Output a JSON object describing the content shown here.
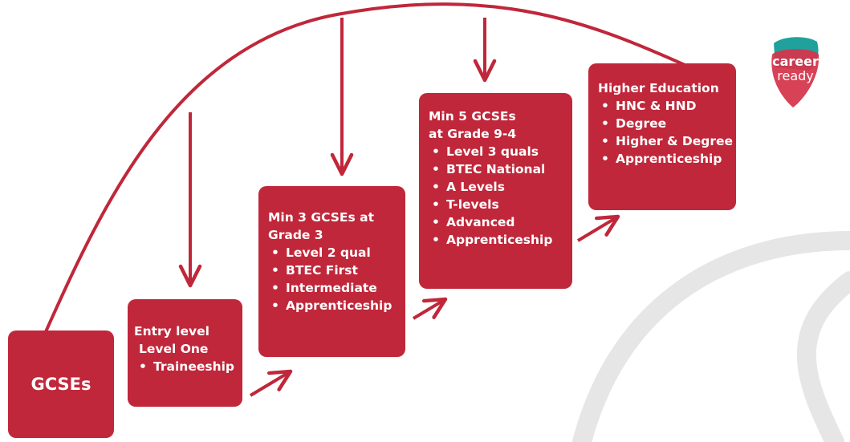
{
  "colors": {
    "accent": "#c0273a",
    "logo_teal": "#21a19b",
    "logo_red": "#d5344a",
    "watermark": "#e6e6e6"
  },
  "boxes": {
    "gcses": {
      "title": "GCSEs"
    },
    "entry": {
      "line1": "Entry level",
      "line2": "Level One",
      "items": [
        "Traineeship"
      ]
    },
    "min3": {
      "line1": "Min 3 GCSEs at",
      "line2": "Grade 3",
      "items": [
        "Level 2 qual",
        "BTEC First",
        "Intermediate",
        "Apprenticeship"
      ]
    },
    "min5": {
      "line1": "Min 5 GCSEs",
      "line2": "at Grade 9-4",
      "items": [
        "Level 3 quals",
        "BTEC National",
        "A Levels",
        "T-levels",
        "Advanced",
        "Apprenticeship"
      ]
    },
    "higher": {
      "line1": "Higher Education",
      "items": [
        "HNC & HND",
        "Degree",
        "Higher & Degree",
        "Apprenticeship"
      ]
    }
  },
  "logo": {
    "line1": "career",
    "line2": "ready",
    "icon": "career-ready-logo"
  }
}
